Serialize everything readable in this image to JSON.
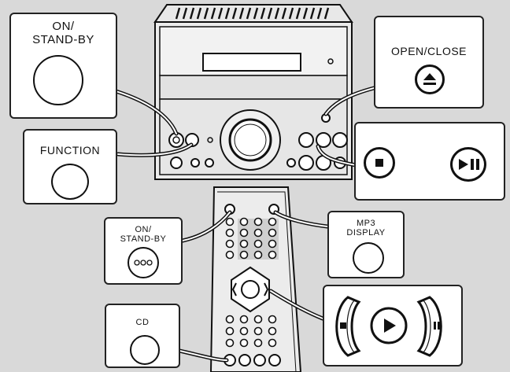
{
  "callouts": {
    "on_standby_unit": {
      "label": "ON/\nSTAND-BY"
    },
    "function": {
      "label": "FUNCTION"
    },
    "open_close": {
      "label": "OPEN/CLOSE"
    },
    "on_standby_remote": {
      "label": "ON/\nSTAND-BY"
    },
    "mp3_display": {
      "label": "MP3\nDISPLAY"
    },
    "cd": {
      "label": "CD"
    }
  },
  "icons": {
    "eject": "eject-icon",
    "stop": "stop-icon",
    "play_pause": "play-pause-icon",
    "play": "play-icon",
    "pause": "pause-icon",
    "dots": "dots-icon"
  },
  "colors": {
    "background": "#d9d9d9",
    "unit_body": "#e6e6e6",
    "outline": "#111111",
    "callout_fill": "#ffffff"
  }
}
